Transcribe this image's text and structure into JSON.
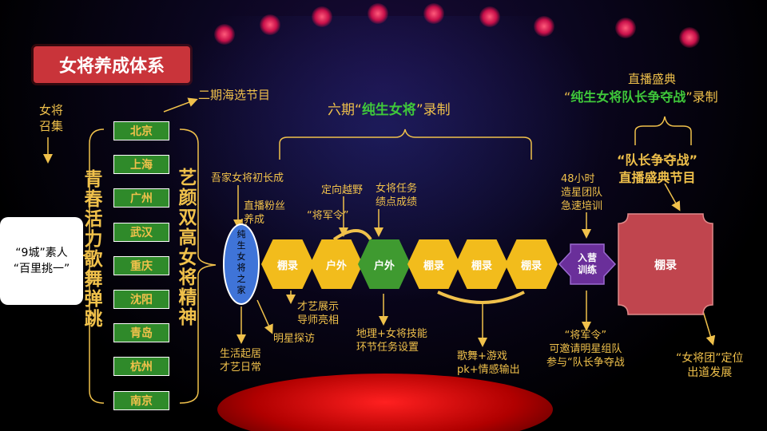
{
  "title": "女将养成体系",
  "left": {
    "recruit": "女将\n召集",
    "slogan": "“9城”素人\n“百里挑一”",
    "vertical_left": "青春活力歌舞弹跳",
    "vertical_right": "艺颜双高女将精神",
    "cities": [
      "北京",
      "上海",
      "广州",
      "武汉",
      "重庆",
      "沈阳",
      "青岛",
      "杭州",
      "南京"
    ]
  },
  "top": {
    "phase2": "二期海选节目",
    "phase6_pre": "六期“",
    "phase6_highlight": "纯生女将",
    "phase6_post": "”录制",
    "live_line1": "直播盛典",
    "live_line2_pre": "“",
    "live_line2_highlight": "纯生女将队长争夺战",
    "live_line2_post": "”录制",
    "captain_battle": "“队长争夺战”\n直播盛典节目"
  },
  "flow": {
    "home": "纯生女将之家",
    "steps": [
      {
        "label": "棚录",
        "color": "yellow"
      },
      {
        "label": "户外",
        "color": "yellow"
      },
      {
        "label": "户外",
        "color": "green"
      },
      {
        "label": "棚录",
        "color": "yellow"
      },
      {
        "label": "棚录",
        "color": "yellow"
      },
      {
        "label": "棚录",
        "color": "yellow"
      }
    ],
    "camp": "入营\n训练",
    "final": "棚录"
  },
  "notes": {
    "growth": "吾家女将初长成",
    "live_fans": "直播粉丝\n养成",
    "cross": "定向越野",
    "tasks": "女将任务\n绩点成绩",
    "command": "“将军令”",
    "talent": "才艺展示\n导师亮相",
    "star_visit": "明星探访",
    "daily": "生活起居\n才艺日常",
    "geo": "地理+女将技能\n环节任务设置",
    "songs": "歌舞+游戏\npk+情感输出",
    "training48": "48小时\n造星团队\n急速培训",
    "command2": "“将军令”\n可邀请明星组队\n参与“队长争夺战",
    "debut": "“女将团”定位\n出道发展"
  },
  "colors": {
    "accent_yellow": "#f0c14b",
    "accent_green": "#3fc83a",
    "title_red": "#c9343a",
    "hex_yellow": "#f2bc1c",
    "hex_green": "#3f9a30",
    "camp_purple": "#6a2f9a",
    "final_red": "#c0454e"
  }
}
